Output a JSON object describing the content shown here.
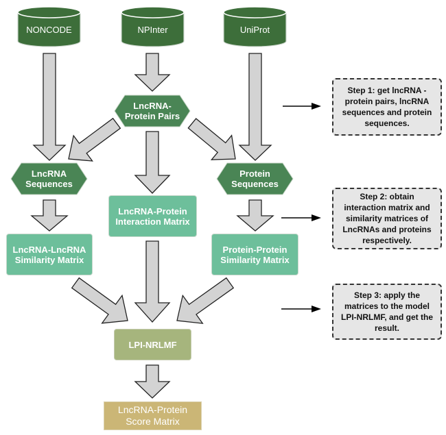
{
  "databases": [
    {
      "label": "NONCODE"
    },
    {
      "label": "NPInter"
    },
    {
      "label": "UniProt"
    }
  ],
  "hexagons": {
    "pairs": "LncRNA-Protein Pairs",
    "lncrna_seq": "LncRNA Sequences",
    "protein_seq": "Protein Sequences"
  },
  "matrices": {
    "lnc_lnc": "LncRNA-LncRNA Similarity Matrix",
    "interaction": "LncRNA-Protein Interaction Matrix",
    "prot_prot": "Protein-Protein Similarity Matrix"
  },
  "model": {
    "label": "LPI-NRLMF"
  },
  "result": {
    "label": "LncRNA-Protein Score Matrix"
  },
  "steps": [
    {
      "text": "Step 1: get lncRNA - protein pairs, lncRNA sequences and protein sequences."
    },
    {
      "text": "Step 2: obtain interaction matrix and similarity matrices of LncRNAs and proteins respectively."
    },
    {
      "text": "Step 3: apply the matrices to the model LPI-NRLMF, and get the result."
    }
  ],
  "colors": {
    "database": "#3d6e3a",
    "hexagon": "#4a8555",
    "matrix": "#6dbf9b",
    "model": "#a6b57d",
    "result": "#cbb676",
    "arrow_fill": "#d3d3d3",
    "step_bg": "#e6e6e6"
  }
}
